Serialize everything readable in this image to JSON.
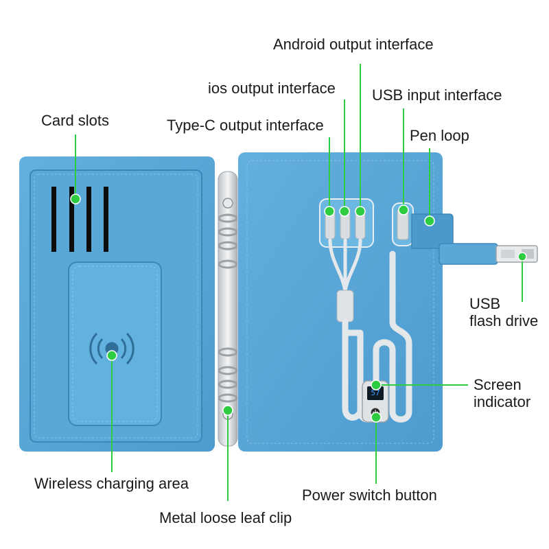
{
  "colors": {
    "accent": "#2ecc40",
    "leather": "#5aa8d8",
    "leather_dark": "#3f86b8",
    "text": "#1a1a1a",
    "metal": "#d6d9dc",
    "display_text": "#3aa0ff"
  },
  "labels": {
    "card_slots": "Card slots",
    "android_output": "Android output interface",
    "ios_output": "ios output interface",
    "usb_input": "USB input interface",
    "typec_output": "Type-C output interface",
    "pen_loop": "Pen loop",
    "usb_flash_drive_line1": "USB",
    "usb_flash_drive_line2": "flash drive",
    "screen_indicator_line1": "Screen",
    "screen_indicator_line2": "indicator",
    "wireless_charging": "Wireless charging area",
    "power_switch": "Power switch button",
    "metal_clip": "Metal loose leaf clip"
  },
  "device": {
    "display_reading": "57",
    "wireless_icon": "wireless-charging-icon",
    "power_icon": "power-icon"
  }
}
